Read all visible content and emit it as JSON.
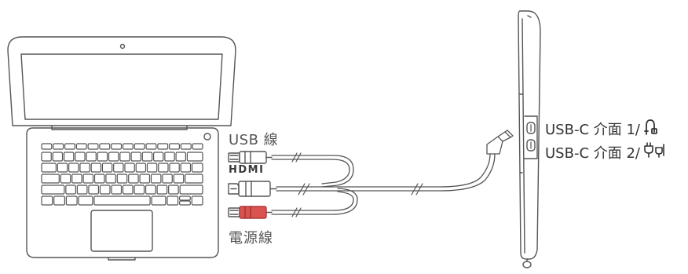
{
  "labels": {
    "usb_cable": "USB 線",
    "hdmi_cable": "HDMI",
    "power_cable": "電源線"
  },
  "ports": [
    {
      "label": "USB-C 介面 1/",
      "icon": "cable-icon"
    },
    {
      "label": "USB-C 介面 2/",
      "icon": "plug-icon"
    }
  ],
  "colors": {
    "line": "#555555",
    "power_connector": "#d9534f"
  }
}
